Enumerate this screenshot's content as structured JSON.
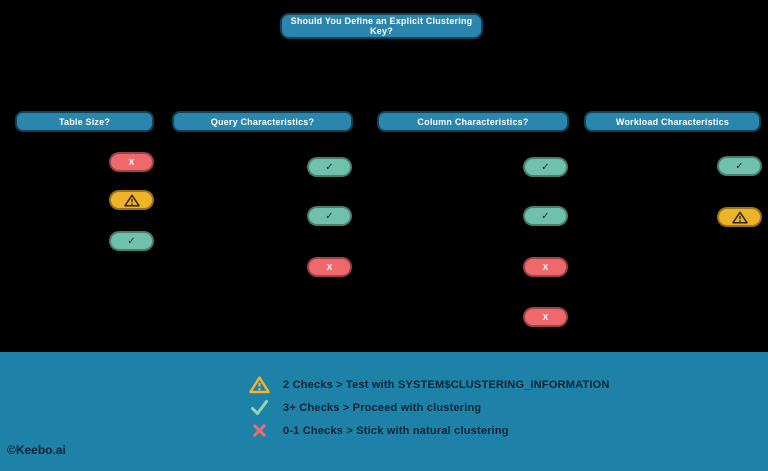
{
  "title": "Should You Define an Explicit Clustering Key?",
  "columns": [
    {
      "header": "Table Size?",
      "badges": [
        "no",
        "warning",
        "yes"
      ]
    },
    {
      "header": "Query Characteristics?",
      "badges": [
        "yes",
        "yes",
        "no"
      ]
    },
    {
      "header": "Column Characteristics?",
      "badges": [
        "yes",
        "yes",
        "no",
        "no"
      ]
    },
    {
      "header": "Workload Characteristics",
      "badges": [
        "yes",
        "warning"
      ]
    }
  ],
  "icons": {
    "check": "✓",
    "x": "X"
  },
  "legend": [
    {
      "icon": "warning-icon",
      "text": "2 Checks > Test with SYSTEM$CLUSTERING_INFORMATION"
    },
    {
      "icon": "check-icon",
      "text": "3+ Checks > Proceed with clustering"
    },
    {
      "icon": "x-icon",
      "text": "0-1 Checks > Stick with natural clustering"
    }
  ],
  "copyright": "©Keebo.ai",
  "colors": {
    "background": "#000000",
    "panel_teal": "#2a86ac",
    "footer_teal": "#1e81a8",
    "badge_red": "#ef686c",
    "badge_yellow": "#efb32a",
    "badge_green": "#6fc1ab",
    "legend_warning_yellow": "#f2b52b",
    "legend_check_green": "#93d6b4",
    "legend_x_red": "#ee6a6e",
    "legend_text_dark": "#0e2433"
  }
}
